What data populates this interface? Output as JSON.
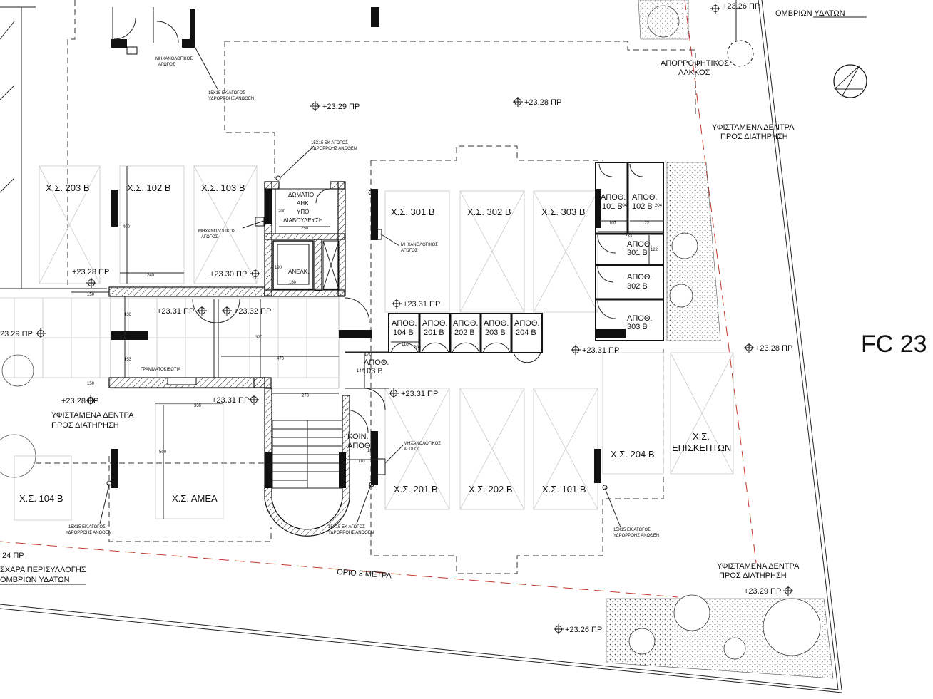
{
  "sheet_label": "FC 23",
  "parking": [
    {
      "id": "p203b",
      "label": "Χ.Σ.  203 Β"
    },
    {
      "id": "p102b",
      "label": "Χ.Σ. 102 Β"
    },
    {
      "id": "p103b",
      "label": "Χ.Σ. 103 Β"
    },
    {
      "id": "p301b",
      "label": "Χ.Σ. 301 Β"
    },
    {
      "id": "p302b",
      "label": "Χ.Σ. 302 Β"
    },
    {
      "id": "p303b",
      "label": "Χ.Σ. 303 Β"
    },
    {
      "id": "p104b",
      "label": "Χ.Σ. 104 Β"
    },
    {
      "id": "pamea",
      "label": "Χ.Σ. ΑΜΕΑ"
    },
    {
      "id": "p201b",
      "label": "Χ.Σ. 201 Β"
    },
    {
      "id": "p202b",
      "label": "Χ.Σ. 202 Β"
    },
    {
      "id": "p101b",
      "label": "Χ.Σ. 101 Β"
    },
    {
      "id": "p204b",
      "label": "Χ.Σ. 204 Β"
    },
    {
      "id": "pvisit1",
      "label": "Χ.Σ."
    },
    {
      "id": "pvisit2",
      "label": "ΕΠΙΣΚΕΠΤΩΝ"
    }
  ],
  "storage": [
    {
      "id": "s101a",
      "line1": "ΑΠΟΘ.",
      "line2": "101 Β"
    },
    {
      "id": "s102a",
      "line1": "ΑΠΟΘ.",
      "line2": "102 Β"
    },
    {
      "id": "s301",
      "line1": "ΑΠΟΘ.",
      "line2": "301 Β"
    },
    {
      "id": "s302",
      "line1": "ΑΠΟΘ.",
      "line2": "302 Β"
    },
    {
      "id": "s303",
      "line1": "ΑΠΟΘ.",
      "line2": "303 Β"
    },
    {
      "id": "s104",
      "line1": "ΑΠΟΘ.",
      "line2": "104 Β"
    },
    {
      "id": "s201",
      "line1": "ΑΠΟΘ.",
      "line2": "201 Β"
    },
    {
      "id": "s202",
      "line1": "ΑΠΟΘ.",
      "line2": "202 Β"
    },
    {
      "id": "s203",
      "line1": "ΑΠΟΘ.",
      "line2": "203 Β"
    },
    {
      "id": "s204",
      "line1": "ΑΠΟΘ.",
      "line2": "204 Β"
    },
    {
      "id": "s103",
      "line1": "ΑΠΟΘ.",
      "line2": "103 Β"
    },
    {
      "id": "skoin",
      "line1": "ΚΟΙΝ.",
      "line2": "ΑΠΟΘ."
    }
  ],
  "rooms": {
    "electric_1": "ΔΩΜΑΤΙΟ",
    "electric_2": "ΑΗΚ",
    "electric_3": "ΥΠΟ",
    "electric_4": "ΔΙΑΒΟΥΛΕΥΣΗ",
    "elevator": "ΑΝΕΛΚ.",
    "elevator_w": "180",
    "elevator_h": "190",
    "mailboxes": "ΓΡΑΜΜΑΤΟΚΙΒΩΤΙΑ"
  },
  "levels": [
    {
      "id": "l1",
      "text": "+23.29 ΠΡ"
    },
    {
      "id": "l2",
      "text": "+23.28 ΠΡ"
    },
    {
      "id": "l3",
      "text": "+23.28 ΠΡ"
    },
    {
      "id": "l4",
      "text": "+23.30 ΠΡ"
    },
    {
      "id": "l5",
      "text": "+23.31 ΠΡ"
    },
    {
      "id": "l6",
      "text": "+23.32 ΠΡ"
    },
    {
      "id": "l7",
      "text": "+23.31 ΠΡ"
    },
    {
      "id": "l8",
      "text": "+23.31 ΠΡ"
    },
    {
      "id": "l9",
      "text": "+23.31 ΠΡ"
    },
    {
      "id": "l10",
      "text": "+23.28 ΠΡ"
    },
    {
      "id": "l11",
      "text": "23.29 ΠΡ"
    },
    {
      "id": "l12",
      "text": "+23.28 ΠΡ"
    },
    {
      "id": "l13",
      "text": "+23.31 ΠΡ"
    },
    {
      "id": "l14",
      "text": "+23.29 ΠΡ"
    },
    {
      "id": "l15",
      "text": "+23.26 ΠΡ"
    },
    {
      "id": "l16",
      "text": ".24 ΠΡ"
    },
    {
      "id": "l17",
      "text": "+23.26 ΠΡ"
    }
  ],
  "notes": {
    "mech_duct_1": "ΜΗΧΑΝΟΛΟΓΙΚΟΣ",
    "mech_duct_2": "ΑΓΩΓΟΣ",
    "drain_1": "15Χ15 ΕΚ ΑΓΩΓΟΣ",
    "drain_2": "ΥΔΡΟΡΡΟΗΣ ΑΝΩΘΕΝ",
    "absorb_1": "ΑΠΟΡΡΟΦΗΤΙΚΟΣ",
    "absorb_2": "ΛΑΚΚΟΣ",
    "trees_1": "ΥΦΙΣΤΑΜΕΝΑ ΔΕΝΤΡΑ",
    "trees_2": "ΠΡΟΣ ΔΙΑΤΗΡΗΣΗ",
    "storm_top": "ΟΜΒΡΙΩΝ ΥΔΑΤΩΝ",
    "grate_1": "ΣΧΑΡΑ ΠΕΡΙΣΥΛΛΟΓΗΣ",
    "grate_2": "ΟΜΒΡΙΩΝ ΥΔΑΤΩΝ",
    "setback": "ΟΡΙΟ 3 ΜΕΤΡΑ"
  },
  "dims": {
    "d240": "240",
    "d150a": "150",
    "d136": "136",
    "d153": "153",
    "d150b": "150",
    "d330": "330",
    "d500": "500",
    "d470": "470",
    "d320": "320",
    "d270": "270",
    "d170": "170",
    "d144": "144",
    "d110a": "110",
    "d200": "200",
    "d107": "107",
    "d122a": "122",
    "d233": "233",
    "d122b": "122",
    "d204a": "204",
    "d204b": "204",
    "d200b": "200",
    "d250": "250",
    "d110b": "110",
    "d100": "100",
    "d400": "400"
  }
}
